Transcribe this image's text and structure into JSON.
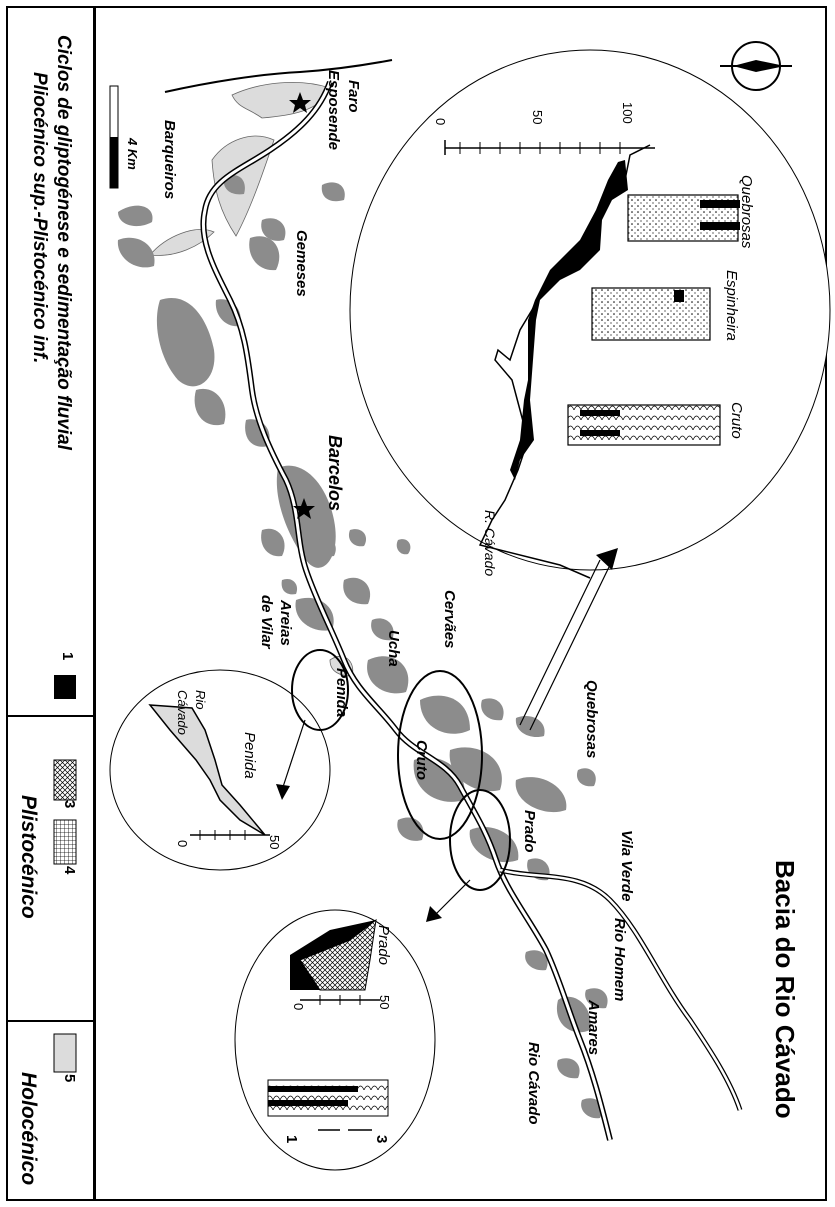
{
  "map": {
    "title": "Bacia do Rio Cávado",
    "places": {
      "faro": "Faro",
      "esposende": "Esposende",
      "barqueiros": "Barqueiros",
      "gemeses": "Gemeses",
      "barcelos": "Barcelos",
      "areias_de_vilar_1": "Areias",
      "areias_de_vilar_2": "de Vilar",
      "penida": "Penida",
      "ucha": "Ucha",
      "cervaes": "Cervães",
      "quebrosas": "Quebrosas",
      "cruto": "Cruto",
      "prado": "Prado",
      "vila_verde": "Vila Verde",
      "rio_homem": "Rio Homem",
      "amares": "Amares",
      "rio_cavado": "Rio Cávado"
    },
    "scale_label": "4 Km",
    "colors": {
      "terrace": "#8c8c8c",
      "holocene": "#dcdcdc",
      "black": "#000000"
    }
  },
  "inset_main": {
    "sites": [
      "Quebrosas",
      "Espinheira",
      "Cruto"
    ],
    "river": "R. Cávado",
    "axis_ticks": [
      "0",
      "50",
      "100"
    ]
  },
  "inset_penida": {
    "site": "Penida",
    "river_1": "Rio",
    "river_2": "Cávado",
    "axis_ticks": [
      "0",
      "50"
    ]
  },
  "inset_prado": {
    "site": "Prado",
    "axis_ticks": [
      "0",
      "50"
    ],
    "unit_labels": [
      "3",
      "1"
    ]
  },
  "legend": {
    "section1_line1": "Ciclos de gliptogénese e sedimentação fluvial",
    "section1_line2": "Pliocénico sup.-Plistocénico inf.",
    "key1": "1",
    "section2": "Plistocénico",
    "key3": "3",
    "key4": "4",
    "section3": "Holocénico",
    "key5": "5"
  }
}
